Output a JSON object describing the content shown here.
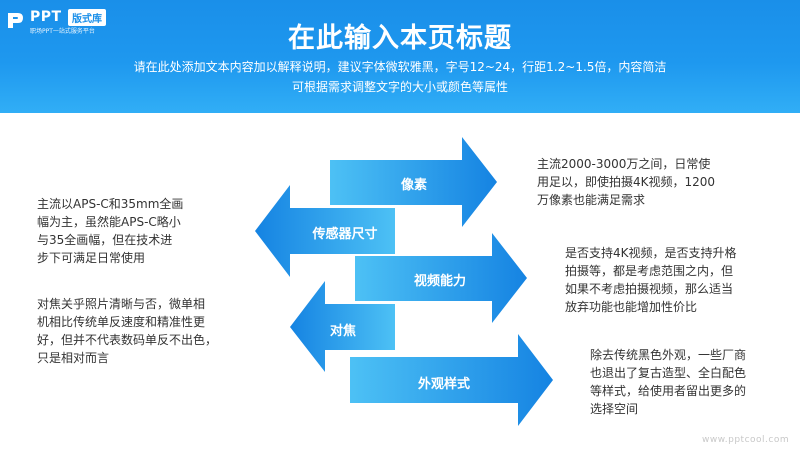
{
  "logo": {
    "text": "PPT",
    "badge": "版式库",
    "sub": "职场PPT一站式服务平台"
  },
  "header": {
    "title": "在此输入本页标题",
    "sub_line1": "请在此处添加文本内容加以解释说明，建议字体微软雅黑，字号12~24，行距1.2~1.5倍，内容简洁",
    "sub_line2": "可根据需求调整文字的大小或颜色等属性"
  },
  "arrows": [
    {
      "label": "像素",
      "direction": "right"
    },
    {
      "label": "传感器尺寸",
      "direction": "left"
    },
    {
      "label": "视频能力",
      "direction": "right"
    },
    {
      "label": "对焦",
      "direction": "left"
    },
    {
      "label": "外观样式",
      "direction": "right"
    }
  ],
  "descriptions": {
    "pixel": [
      "主流2000-3000万之间，日常使",
      "用足以，即使拍摄4K视频，1200",
      "万像素也能满足需求"
    ],
    "sensor": [
      "主流以APS-C和35mm全画",
      "幅为主，虽然能APS-C略小",
      "与35全画幅，但在技术进",
      "步下可满足日常使用"
    ],
    "video": [
      "是否支持4K视频，是否支持升格",
      "拍摄等，都是考虑范围之内，但",
      "如果不考虑拍摄视频，那么适当",
      "放弃功能也能增加性价比"
    ],
    "focus": [
      "对焦关乎照片清晰与否，微单相",
      "机相比传统单反速度和精准性更",
      "好，但并不代表数码单反不出色，",
      "只是相对而言"
    ],
    "appearance": [
      "除去传统黑色外观，一些厂商",
      "也退出了复古造型、全白配色",
      "等样式，给使用者留出更多的",
      "选择空间"
    ]
  },
  "watermark": "www.pptcool.com",
  "colors": {
    "header": "#1a8fe9",
    "arrow_dark": "#1583e2",
    "arrow_light": "#4dc1f5",
    "text": "#333333"
  }
}
